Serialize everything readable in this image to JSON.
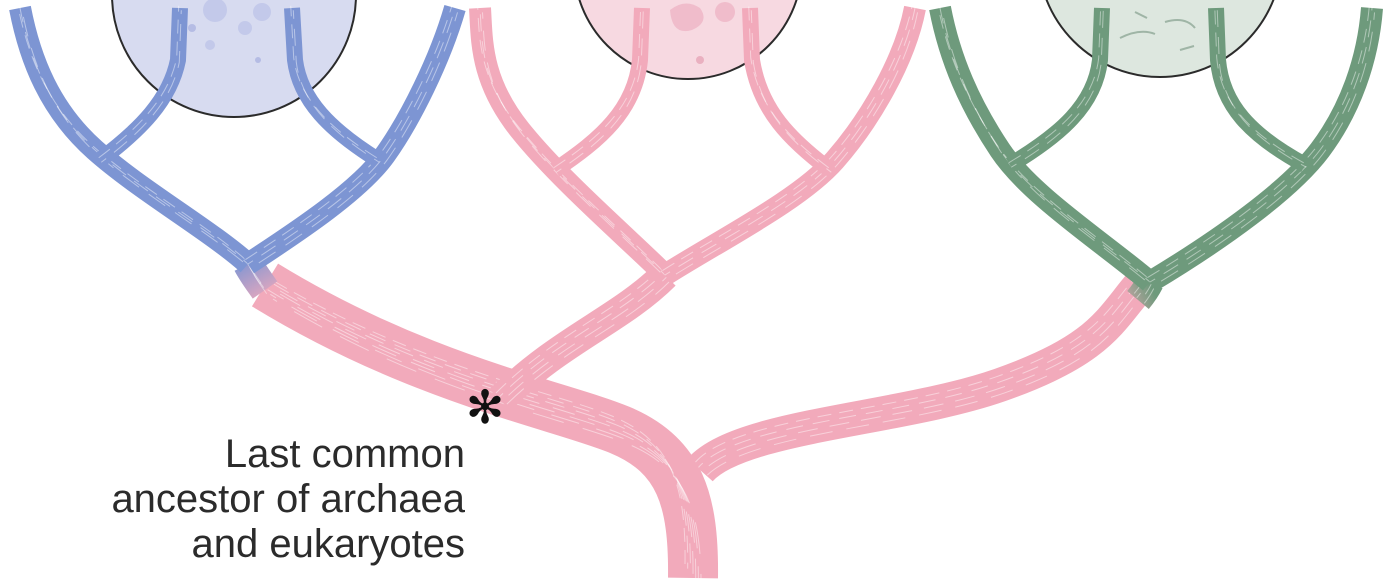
{
  "figure": {
    "colors": {
      "archaea": "#7d95d3",
      "eukaryote": "#f2aabb",
      "bacteria": "#6e9a7c",
      "archaea_cell": "#d7dbf0",
      "eukaryote_cell": "#f7d9e1",
      "bacteria_cell": "#dde7df",
      "cell_outline": "#2b2b2b",
      "marker": "#111111"
    },
    "marker_symbol": "✻",
    "caption_lines": [
      "Last common",
      "ancestor of archaea",
      "and eukaryotes"
    ]
  }
}
